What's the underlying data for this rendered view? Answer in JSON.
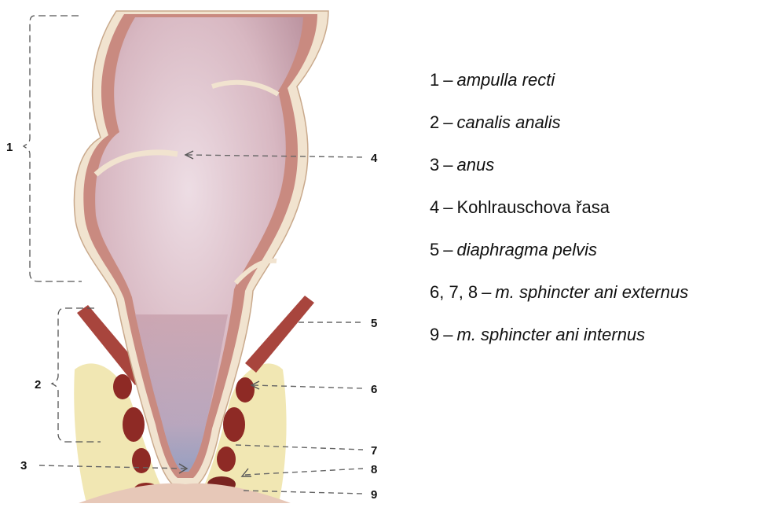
{
  "callouts": {
    "n1": "1",
    "n2": "2",
    "n3": "3",
    "n4": "4",
    "n5": "5",
    "n6": "6",
    "n7": "7",
    "n8": "8",
    "n9": "9"
  },
  "legend": [
    {
      "num": "1",
      "sep": "–",
      "term": "ampulla recti",
      "italic": true
    },
    {
      "num": "2",
      "sep": "–",
      "term": "canalis analis",
      "italic": true
    },
    {
      "num": "3",
      "sep": "–",
      "term": "anus",
      "italic": true
    },
    {
      "num": "4",
      "sep": "–",
      "term": "Kohlrauschova řasa",
      "italic": false
    },
    {
      "num": "5",
      "sep": "–",
      "term": "diaphragma pelvis",
      "italic": true
    },
    {
      "num": "6, 7, 8",
      "sep": "–",
      "term": "m. sphincter ani externus",
      "italic": true
    },
    {
      "num": "9",
      "sep": "–",
      "term": "m. sphincter ani internus",
      "italic": true
    }
  ],
  "colors": {
    "lumen": "#d4b2bc",
    "wall": "#f1e3cf",
    "muscle": "#9a2c28",
    "fat": "#efe3a6"
  }
}
